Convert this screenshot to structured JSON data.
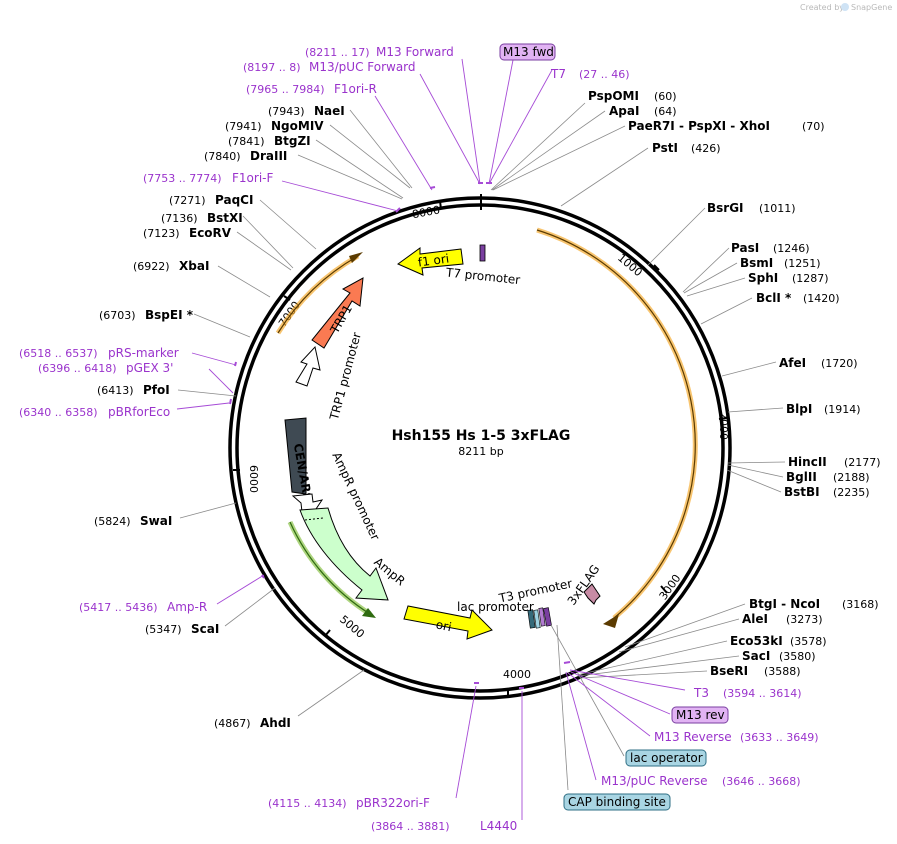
{
  "map": {
    "title": "Hsh155 Hs 1-5 3xFLAG",
    "length_label": "8211 bp",
    "brand_prefix": "Created by",
    "brand_name": "SnapGene"
  },
  "ticks": [
    "1000",
    "2000",
    "3000",
    "4000",
    "5000",
    "6000",
    "7000",
    "8000"
  ],
  "sites": [
    {
      "name": "PspOMI",
      "pos": "(60)"
    },
    {
      "name": "ApaI",
      "pos": "(64)"
    },
    {
      "name": "PaeR7I - PspXI - XhoI",
      "pos": "(70)"
    },
    {
      "name": "PstI",
      "pos": "(426)"
    },
    {
      "name": "BsrGI",
      "pos": "(1011)"
    },
    {
      "name": "PasI",
      "pos": "(1246)"
    },
    {
      "name": "BsmI",
      "pos": "(1251)"
    },
    {
      "name": "SphI",
      "pos": "(1287)"
    },
    {
      "name": "BclI *",
      "pos": "(1420)"
    },
    {
      "name": "AfeI",
      "pos": "(1720)"
    },
    {
      "name": "BlpI",
      "pos": "(1914)"
    },
    {
      "name": "HincII",
      "pos": "(2177)"
    },
    {
      "name": "BglII",
      "pos": "(2188)"
    },
    {
      "name": "BstBI",
      "pos": "(2235)"
    },
    {
      "name": "BtgI - NcoI",
      "pos": "(3168)"
    },
    {
      "name": "AleI",
      "pos": "(3273)"
    },
    {
      "name": "Eco53kI",
      "pos": "(3578)"
    },
    {
      "name": "SacI",
      "pos": "(3580)"
    },
    {
      "name": "BseRI",
      "pos": "(3588)"
    },
    {
      "name": "AhdI",
      "pos": "(4867)"
    },
    {
      "name": "ScaI",
      "pos": "(5347)"
    },
    {
      "name": "SwaI",
      "pos": "(5824)"
    },
    {
      "name": "PfoI",
      "pos": "(6413)"
    },
    {
      "name": "BspEI *",
      "pos": "(6703)"
    },
    {
      "name": "XbaI",
      "pos": "(6922)"
    },
    {
      "name": "EcoRV",
      "pos": "(7123)"
    },
    {
      "name": "BstXI",
      "pos": "(7136)"
    },
    {
      "name": "PaqCI",
      "pos": "(7271)"
    },
    {
      "name": "DraIII",
      "pos": "(7840)"
    },
    {
      "name": "BtgZI",
      "pos": "(7841)"
    },
    {
      "name": "NgoMIV",
      "pos": "(7941)"
    },
    {
      "name": "NaeI",
      "pos": "(7943)"
    }
  ],
  "primers": [
    {
      "name": "M13 Forward",
      "pos": "(8211 .. 17)"
    },
    {
      "name": "M13/pUC Forward",
      "pos": "(8197 .. 8)"
    },
    {
      "name": "F1ori-R",
      "pos": "(7965 .. 7984)"
    },
    {
      "name": "F1ori-F",
      "pos": "(7753 .. 7774)"
    },
    {
      "name": "pRS-marker",
      "pos": "(6518 .. 6537)"
    },
    {
      "name": "pGEX 3'",
      "pos": "(6396 .. 6418)"
    },
    {
      "name": "pBRforEco",
      "pos": "(6340 .. 6358)"
    },
    {
      "name": "Amp-R",
      "pos": "(5417 .. 5436)"
    },
    {
      "name": "T7",
      "pos": "(27 .. 46)"
    },
    {
      "name": "T3",
      "pos": "(3594 .. 3614)"
    },
    {
      "name": "M13 Reverse",
      "pos": "(3633 .. 3649)"
    },
    {
      "name": "M13/pUC Reverse",
      "pos": "(3646 .. 3668)"
    },
    {
      "name": "pBR322ori-F",
      "pos": "(4115 .. 4134)"
    },
    {
      "name": "L4440",
      "pos": "(3864 .. 3881)"
    }
  ],
  "boxed": {
    "m13_fwd": "M13 fwd",
    "m13_rev": "M13 rev",
    "lac_operator": "lac operator",
    "cap_site": "CAP binding site"
  },
  "features": {
    "f1_ori": "f1 ori",
    "t7_promoter": "T7 promoter",
    "trp1": "TRP1",
    "trp1_promoter": "TRP1 promoter",
    "cen_ars": "CEN/ARS",
    "ampr_promoter": "AmpR promoter",
    "ampr": "AmpR",
    "ori": "ori",
    "lac_promoter": "lac promoter",
    "t3_promoter": "T3 promoter",
    "three_x_flag": "3xFLAG"
  },
  "colors": {
    "primer": "#9a33cc",
    "primer_box": "#e1b3f3",
    "operator_box": "#a9d5e3",
    "f1_ori": "#ffff00",
    "trp1": "#fa7a52",
    "cen_ars": "#3f4a53",
    "ampr": "#ccffcc",
    "ori": "#ffff00",
    "orf_arc": "#f5a623",
    "ampr_arc": "#3d8b1e",
    "flag": "#c78ba4"
  }
}
